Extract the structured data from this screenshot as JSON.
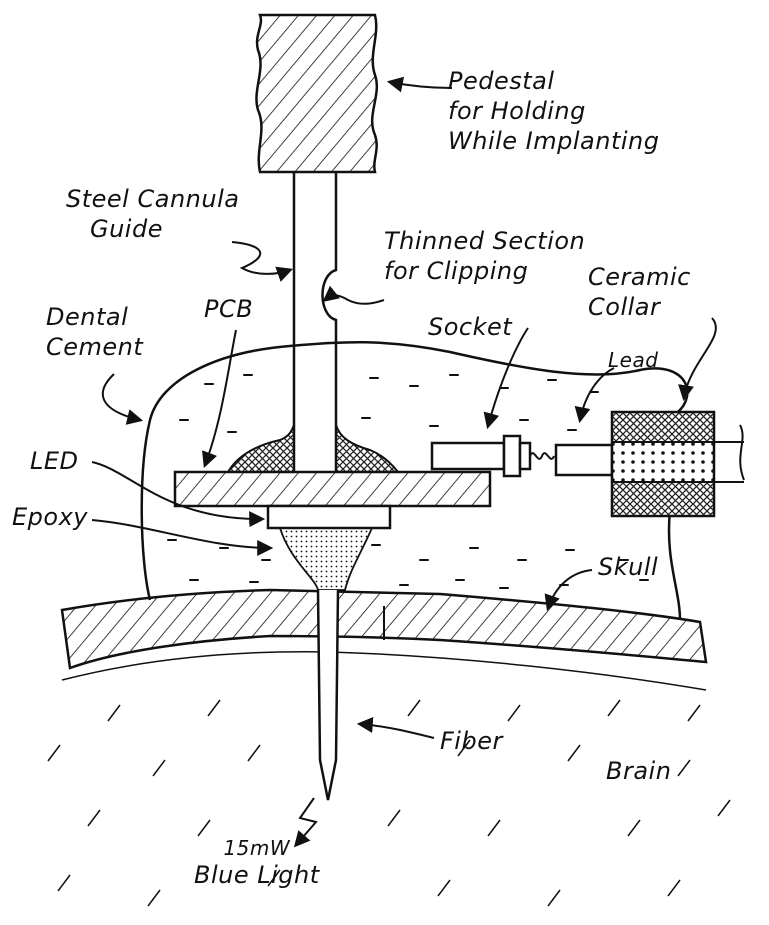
{
  "colors": {
    "ink": "#111111",
    "paper": "#ffffff",
    "fill_dark": "#555555"
  },
  "labels": {
    "pedestal": [
      "Pedestal",
      "for Holding",
      "While Implanting"
    ],
    "cannula": [
      "Steel Cannula",
      "Guide"
    ],
    "thinned": [
      "Thinned Section",
      "for Clipping"
    ],
    "ceramic": [
      "Ceramic",
      "Collar"
    ],
    "dental": [
      "Dental",
      "Cement"
    ],
    "pcb": "PCB",
    "socket": "Socket",
    "lead": "Lead",
    "led": "LED",
    "epoxy": "Epoxy",
    "skull": "Skull",
    "fiber": "Fiber",
    "brain": "Brain",
    "light": [
      "15mW",
      "Blue Light"
    ]
  }
}
